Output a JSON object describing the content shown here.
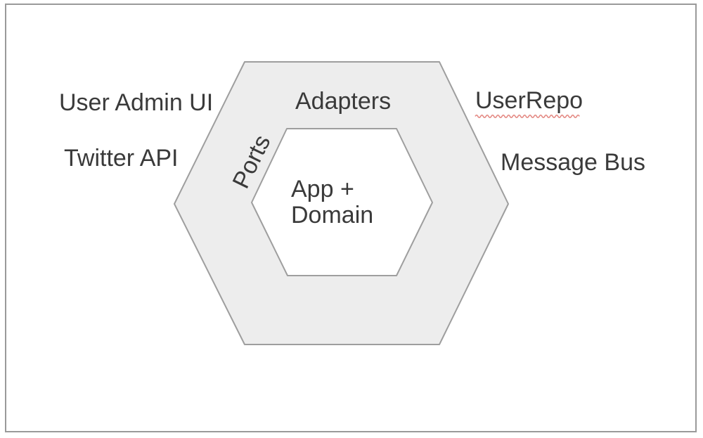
{
  "diagram": {
    "type": "hexagonal-architecture",
    "outer_zone_label": "Adapters",
    "ports_label": "Ports",
    "core": {
      "line1": "App +",
      "line2": "Domain"
    },
    "external_left": [
      "User Admin UI",
      "Twitter API"
    ],
    "external_right": [
      "UserRepo",
      "Message Bus"
    ],
    "user_repo_spellcheck": true,
    "colors": {
      "hexagon_fill": "#ededed",
      "hexagon_stroke": "#9e9e9e",
      "text": "#3a3a3a",
      "frame_border": "#9a9a9a",
      "spellcheck_underline": "#e48a84",
      "background": "#ffffff"
    }
  }
}
